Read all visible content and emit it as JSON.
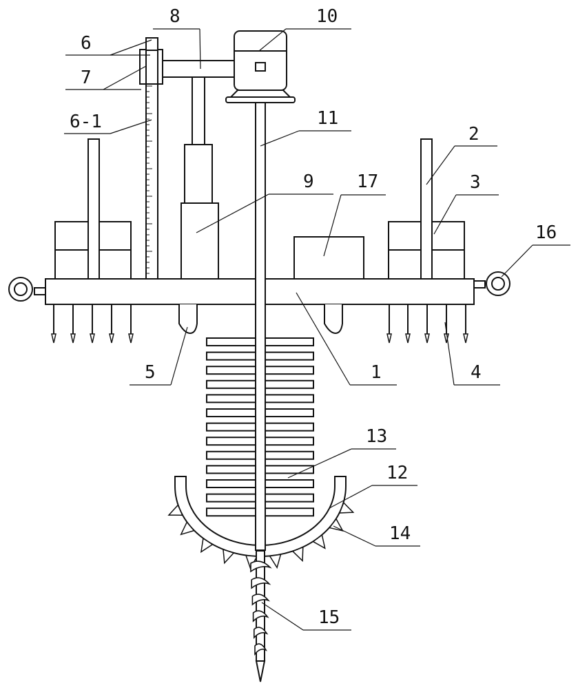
{
  "labels": {
    "l1": "1",
    "l2": "2",
    "l3": "3",
    "l4": "4",
    "l5": "5",
    "l6": "6",
    "l6_1": "6-1",
    "l7": "7",
    "l8": "8",
    "l9": "9",
    "l10": "10",
    "l11": "11",
    "l12": "12",
    "l13": "13",
    "l14": "14",
    "l15": "15",
    "l16": "16",
    "l17": "17"
  },
  "colors": {
    "line": "#111111",
    "background": "#ffffff"
  }
}
